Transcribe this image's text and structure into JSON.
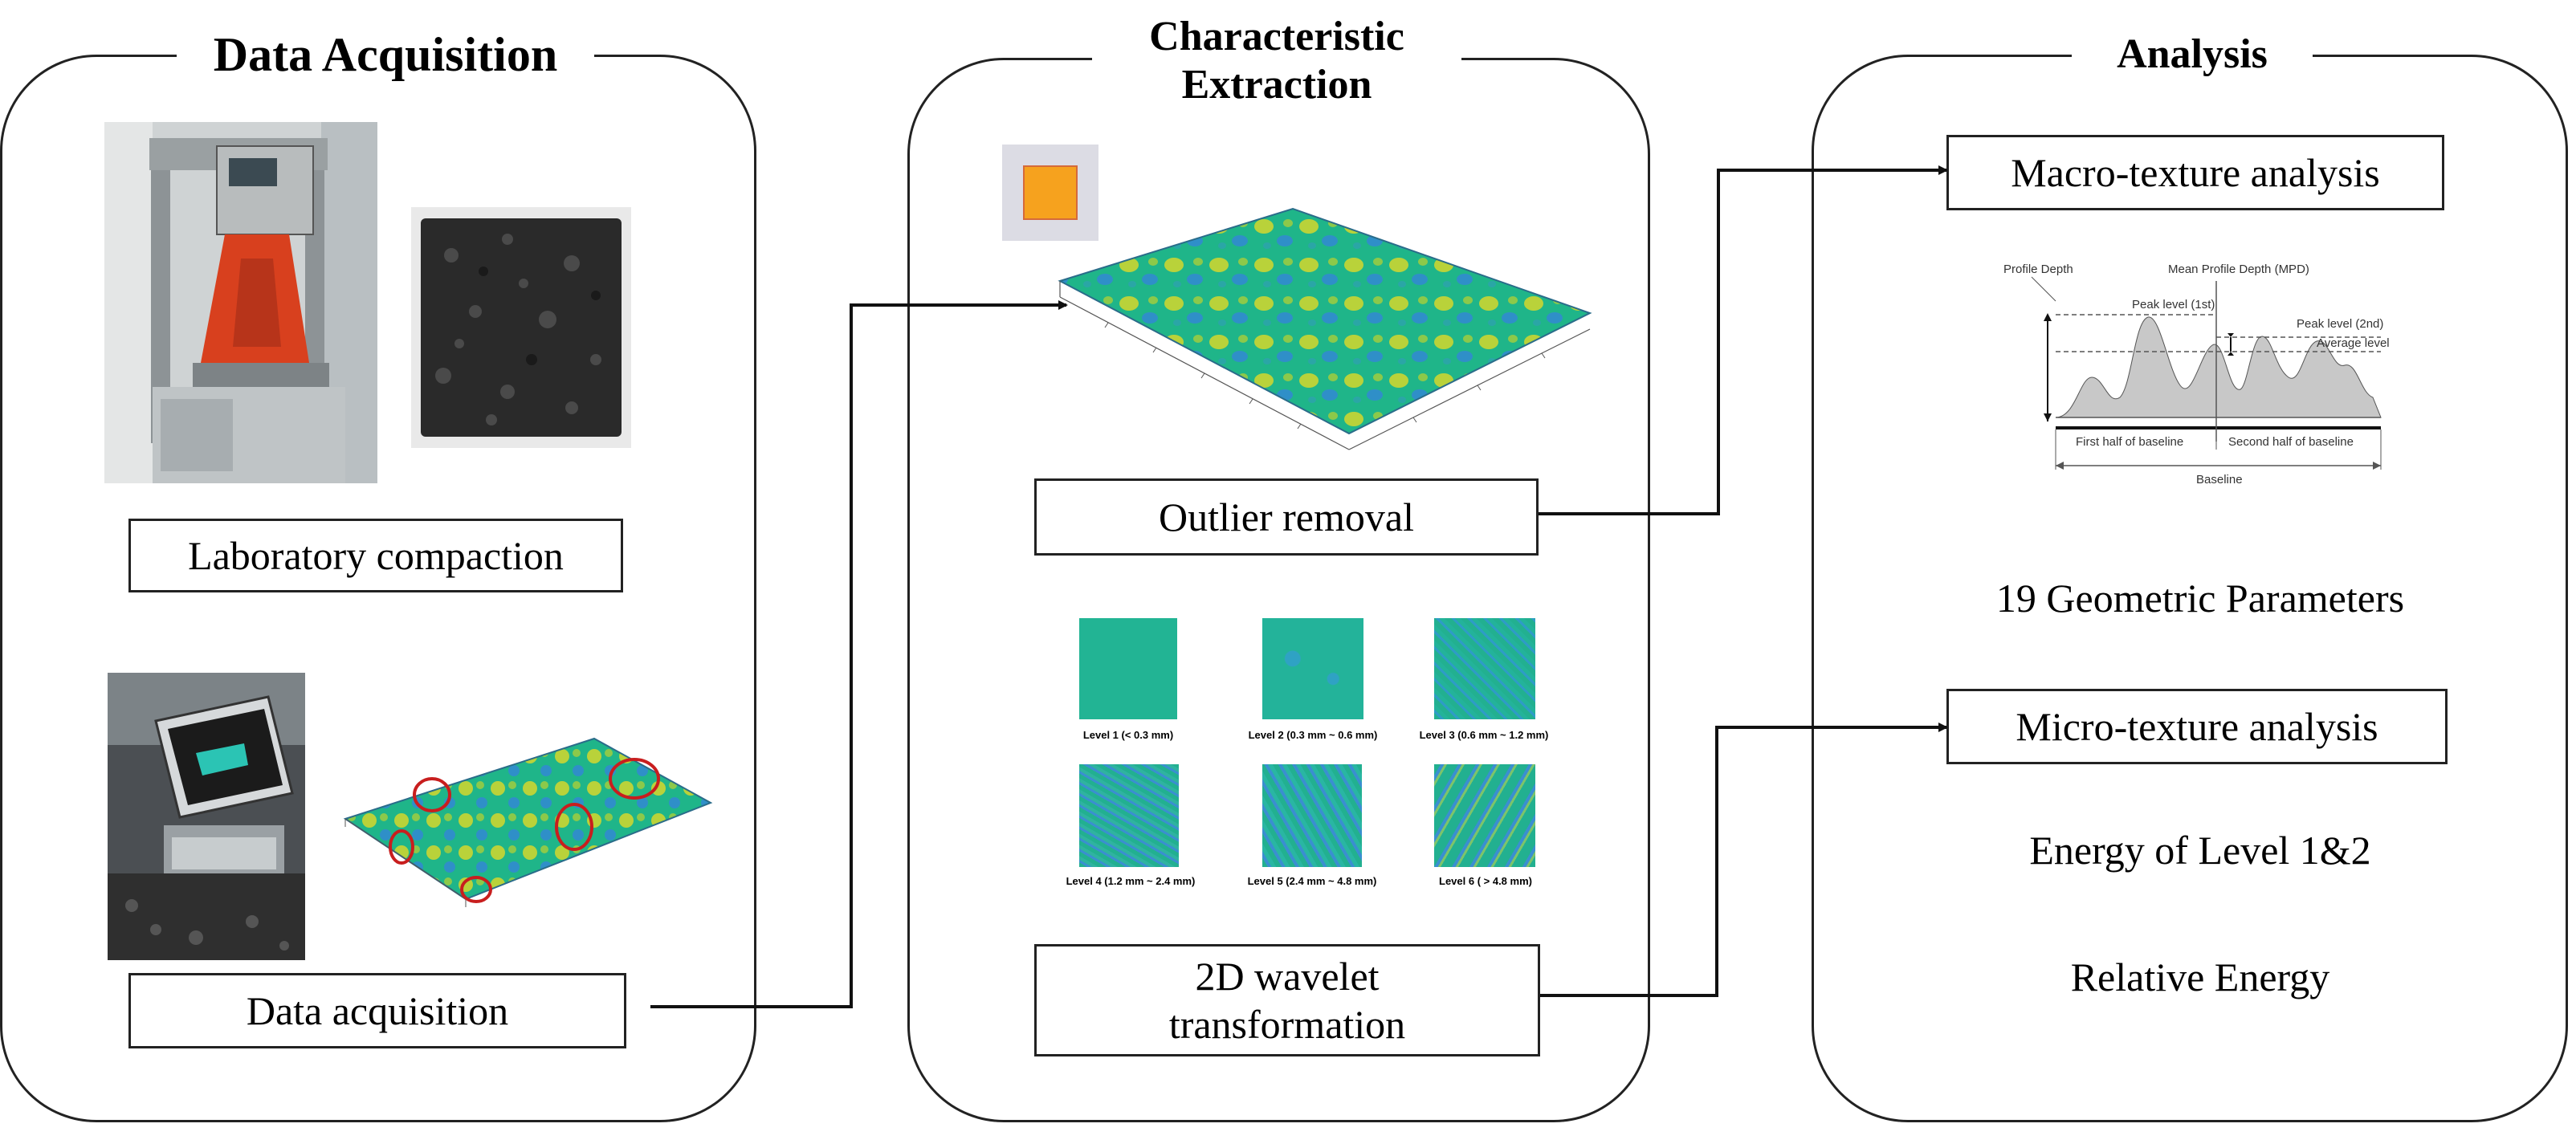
{
  "panels": {
    "acquisition": {
      "title": "Data Acquisition",
      "label_compaction": "Laboratory compaction",
      "label_acquisition": "Data acquisition"
    },
    "extraction": {
      "title": "Characteristic Extraction",
      "label_outlier": "Outlier removal",
      "label_wavelet": "2D wavelet transformation",
      "levels": [
        "Level 1 (< 0.3 mm)",
        "Level 2 (0.3 mm ~ 0.6 mm)",
        "Level 3 (0.6 mm ~ 1.2 mm)",
        "Level 4 (1.2 mm ~ 2.4 mm)",
        "Level 5 (2.4 mm ~ 4.8 mm)",
        "Level 6 ( > 4.8 mm)"
      ]
    },
    "analysis": {
      "title": "Analysis",
      "label_macro": "Macro-texture analysis",
      "label_geometric": "19 Geometric Parameters",
      "label_micro": "Micro-texture analysis",
      "label_energy": "Energy of Level 1&2",
      "label_relative": "Relative Energy",
      "mpd_diagram": {
        "profile_depth": "Profile Depth",
        "mean_profile_depth": "Mean Profile Depth (MPD)",
        "peak_level_1st": "Peak level (1st)",
        "peak_level_2nd": "Peak level (2nd)",
        "average_level": "Average level",
        "first_half": "First half of baseline",
        "second_half": "Second half of baseline",
        "baseline": "Baseline"
      }
    }
  },
  "colors": {
    "surface_green": "#1fb589",
    "surface_yellow": "#b9d23a",
    "surface_blue": "#2f8fc8",
    "machine_red": "#d8401e",
    "annotation_red": "#c81e1e",
    "profile_gray": "#c8c8c8"
  }
}
